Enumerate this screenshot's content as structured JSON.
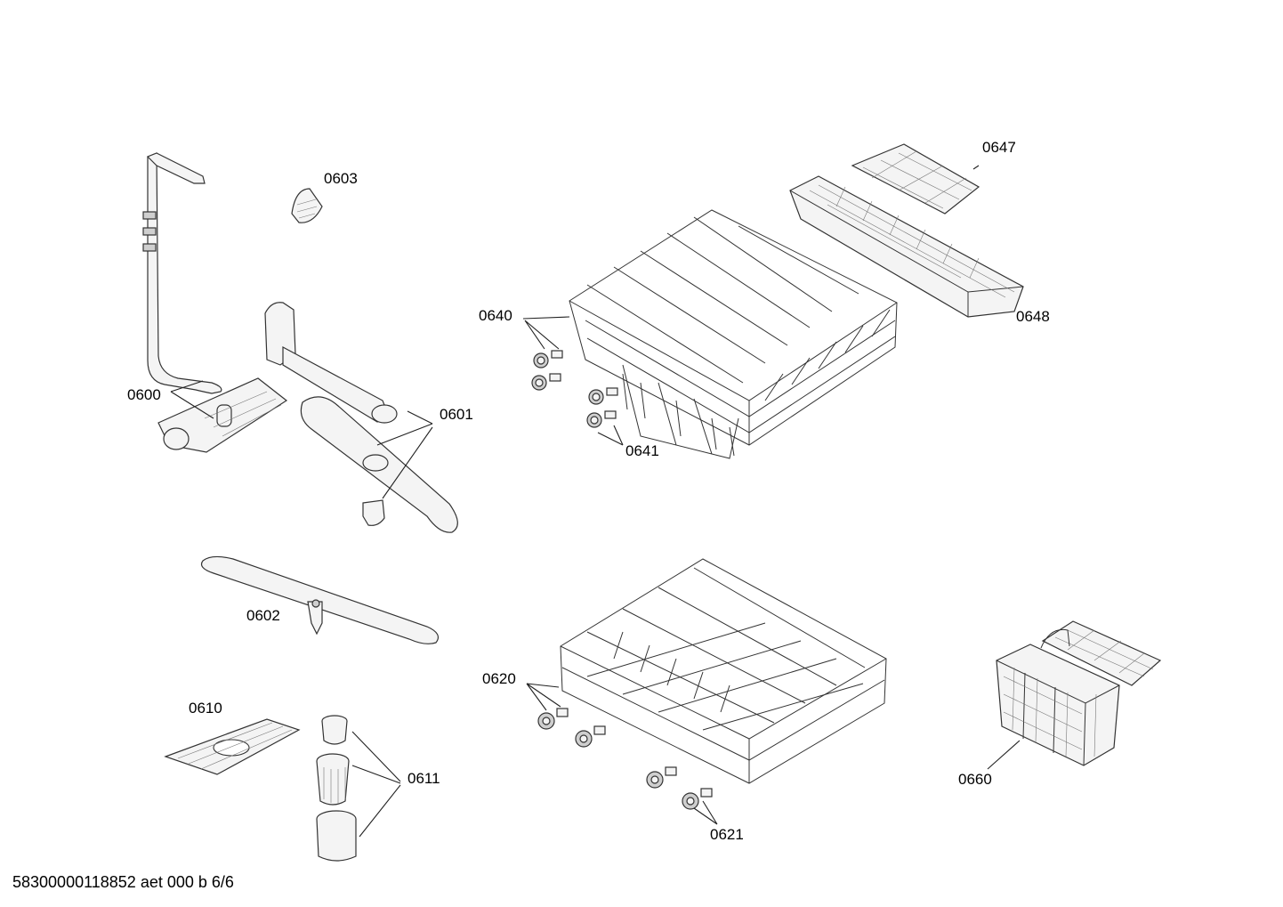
{
  "labels": {
    "p0600": "0600",
    "p0601": "0601",
    "p0602": "0602",
    "p0603": "0603",
    "p0610": "0610",
    "p0611": "0611",
    "p0620": "0620",
    "p0621": "0621",
    "p0640": "0640",
    "p0641": "0641",
    "p0647": "0647",
    "p0648": "0648",
    "p0660": "0660"
  },
  "footer": "58300000118852 aet 000 b 6/6"
}
